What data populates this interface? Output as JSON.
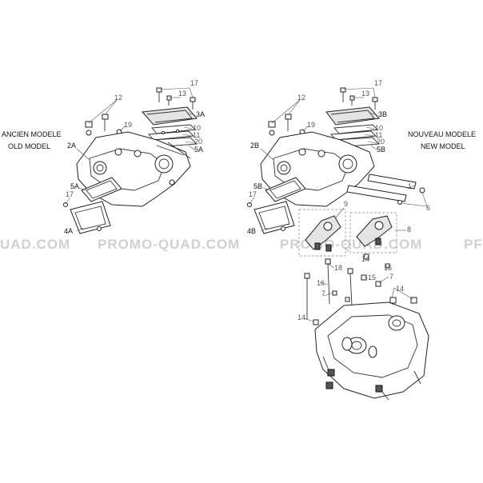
{
  "captions": {
    "old_fr": "ANCIEN MODELE",
    "old_en": "OLD MODEL",
    "new_fr": "NOUVEAU MODELE",
    "new_en": "NEW MODEL"
  },
  "watermark": {
    "left_partial": "UAD.COM",
    "center_left": "PROMO-QUAD.COM",
    "center_right": "PROMO-QUAD.COM",
    "right_partial": "PF"
  },
  "old_model_labels": {
    "p17": "17",
    "p13": "13",
    "p3A": "3A",
    "p12": "12",
    "p19": "19",
    "p10": "10",
    "p11": "11",
    "p20": "20",
    "p5A_right": "5A",
    "p2A": "2A",
    "p5A_left": "5A",
    "p17_left": "17",
    "p4A": "4A"
  },
  "new_model_labels": {
    "p17": "17",
    "p13": "13",
    "p3B": "3B",
    "p12": "12",
    "p19": "19",
    "p10": "10",
    "p11": "11",
    "p20": "20",
    "p5B_right": "5B",
    "p2B": "2B",
    "p5B_left": "5B",
    "p17_left": "17",
    "p4B": "4B",
    "p1": "1",
    "p6": "6",
    "p9": "9",
    "p8": "8",
    "p14_a": "14",
    "p16_a": "16",
    "p18": "18",
    "p16_b": "16",
    "p15": "15",
    "p7_a": "7",
    "p7_b": "7",
    "p14_b": "14",
    "p14_c": "14"
  }
}
